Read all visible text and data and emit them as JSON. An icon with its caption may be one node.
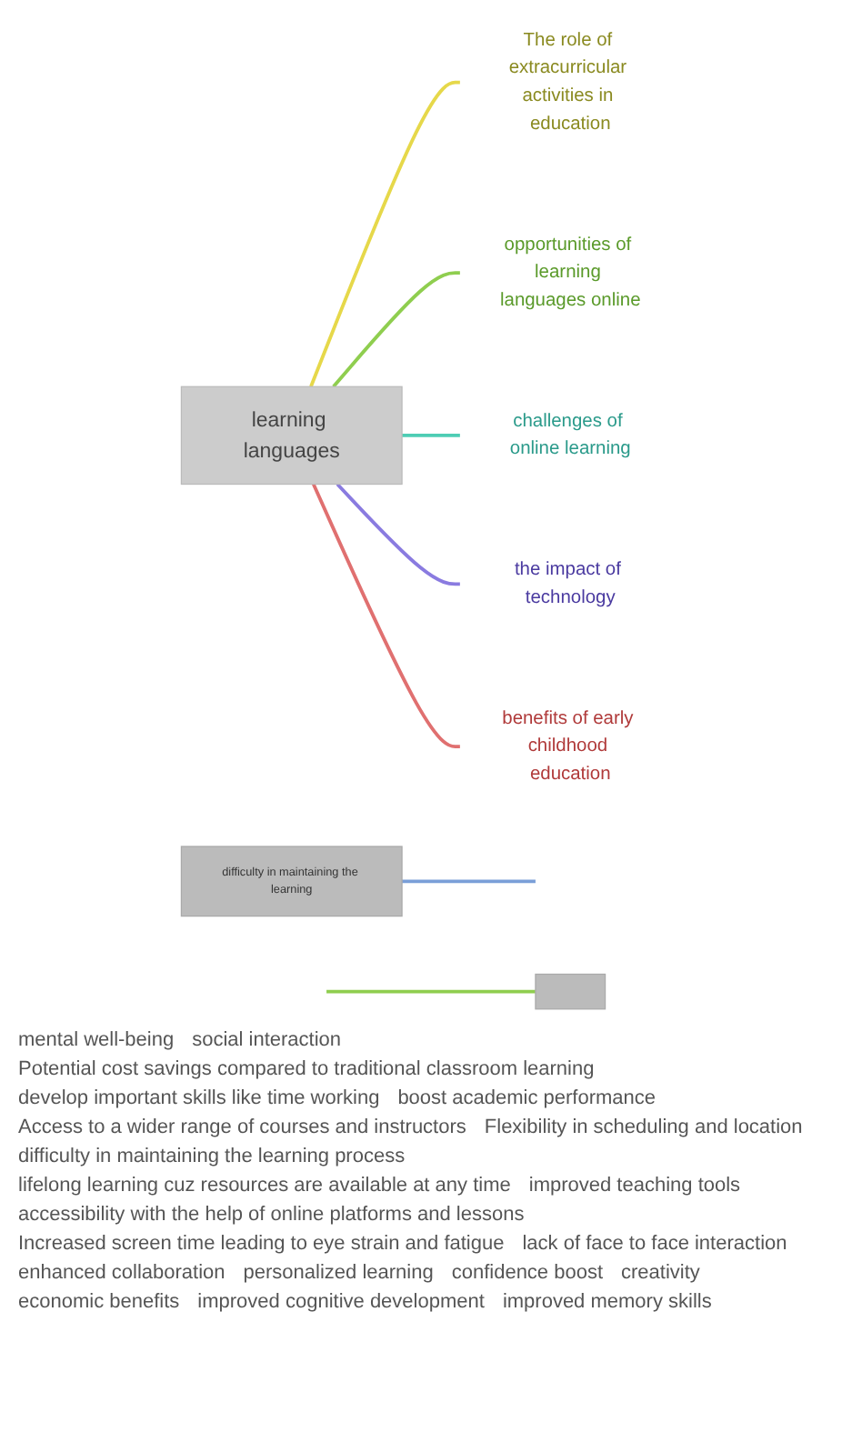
{
  "diagram": {
    "nodes": [
      {
        "text": [
          "learning languages"
        ]
      },
      {
        "text": [
          "The role of extracurricular activities in education"
        ]
      },
      {
        "text": [
          "opportunities of learning languages online"
        ]
      },
      {
        "text": [
          "challenges of online learning"
        ]
      },
      {
        "text": [
          "the impact of technology"
        ]
      },
      {
        "text": [
          "benefits of early childhood education"
        ]
      },
      {
        "text": [],
        "shape": "box"
      },
      {
        "text": [
          "difficulty in maintaining the learning"
        ]
      }
    ],
    "edges": [
      {
        "from": 0,
        "to": 1,
        "arrow": "none",
        "color": "#e6d84a"
      },
      {
        "from": 0,
        "to": 2,
        "arrow": "none",
        "color": "#8fce4f"
      },
      {
        "from": 0,
        "to": 3,
        "arrow": "none",
        "color": "#4ecdb4"
      },
      {
        "from": 0,
        "to": 4,
        "arrow": "none",
        "color": "#8a7be0"
      },
      {
        "from": 0,
        "to": 5,
        "arrow": "none",
        "color": "#e07070"
      },
      {
        "from": null,
        "to": 6,
        "arrow": "none",
        "color": "#8fce4f"
      },
      {
        "from": 7,
        "to": null,
        "arrow": "none",
        "color": "#7a9fd8"
      }
    ],
    "labels": [
      "mental well-being",
      "social interaction",
      "Potential cost savings compared to traditional classroom learning",
      "develop important skills like time working",
      "boost academic performance",
      "Access to a wider range of courses and instructors",
      "Flexibility in scheduling and location",
      "difficulty in maintaining the learning process",
      "lifelong learning cuz resources are available at any time",
      "improved teaching tools",
      "accessibility with the help of online platforms and lessons",
      "Increased screen time leading to eye strain and fatigue",
      "lack of face to face interaction",
      "enhanced collaboration",
      "personalized learning",
      "confidence boost",
      "creativity",
      "economic benefits",
      "improved cognitive development",
      "improved memory skills"
    ]
  }
}
